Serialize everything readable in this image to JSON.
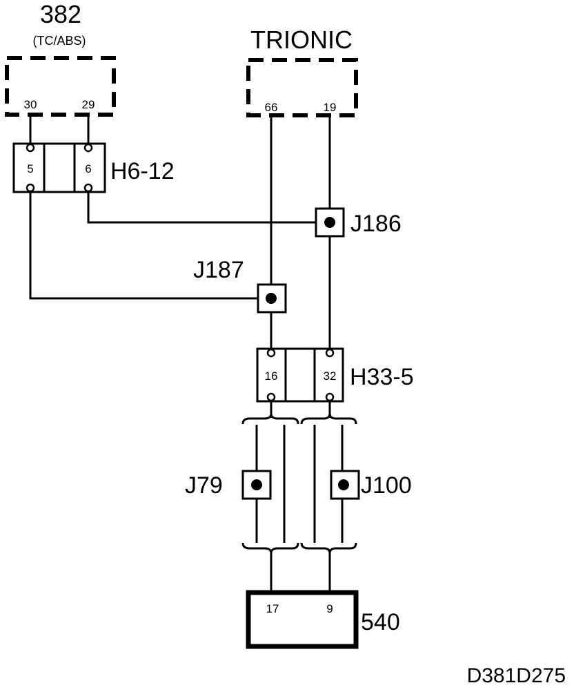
{
  "diagram": {
    "unit_382": {
      "number": "382",
      "subtitle": "(TC/ABS)",
      "pin_a": "30",
      "pin_b": "29"
    },
    "trionic": {
      "title": "TRIONIC",
      "pin_a": "66",
      "pin_b": "19"
    },
    "connector_h6": {
      "label": "H6-12",
      "pin_a": "5",
      "pin_b": "6"
    },
    "connector_h33": {
      "label": "H33-5",
      "pin_a": "16",
      "pin_b": "32"
    },
    "junction_j186": {
      "label": "J186"
    },
    "junction_j187": {
      "label": "J187"
    },
    "junction_j79": {
      "label": "J79"
    },
    "junction_j100": {
      "label": "J100"
    },
    "unit_540": {
      "number": "540",
      "pin_a": "17",
      "pin_b": "9"
    },
    "drawing_id": "D381D275"
  }
}
